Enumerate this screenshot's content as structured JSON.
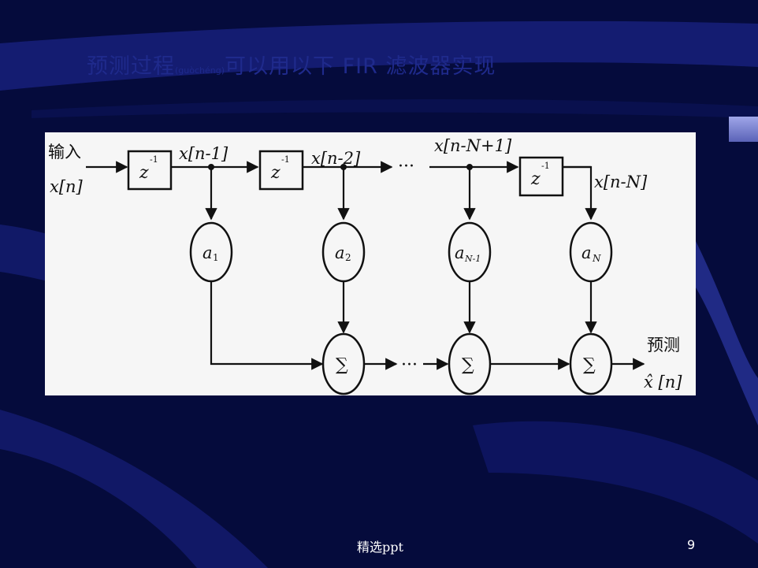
{
  "slide": {
    "title_prefix": "预测过程",
    "title_pinyin": "(guòchéng)",
    "title_suffix": "可以用以下 FIR 滤波器实现",
    "footer_label": "精选ppt",
    "page_number": "9"
  },
  "diagram": {
    "input_label": "输入",
    "input_signal": "x[n]",
    "delay_label": "z",
    "delay_exponent": "-1",
    "tap_labels": [
      "x[n-1]",
      "x[n-2]",
      "x[n-N+1]",
      "x[n-N]"
    ],
    "ellipsis": "···",
    "coefficients": [
      "a",
      "a",
      "a",
      "a"
    ],
    "coefficient_subscripts": [
      "1",
      "2",
      "N-1",
      "N"
    ],
    "sum_symbol": "∑",
    "output_label": "预测",
    "output_signal": "x̂ [n]"
  },
  "colors": {
    "background": "#050b3c",
    "title": "#1f2a8c",
    "panel": "#f6f6f6",
    "ink": "#111111"
  }
}
